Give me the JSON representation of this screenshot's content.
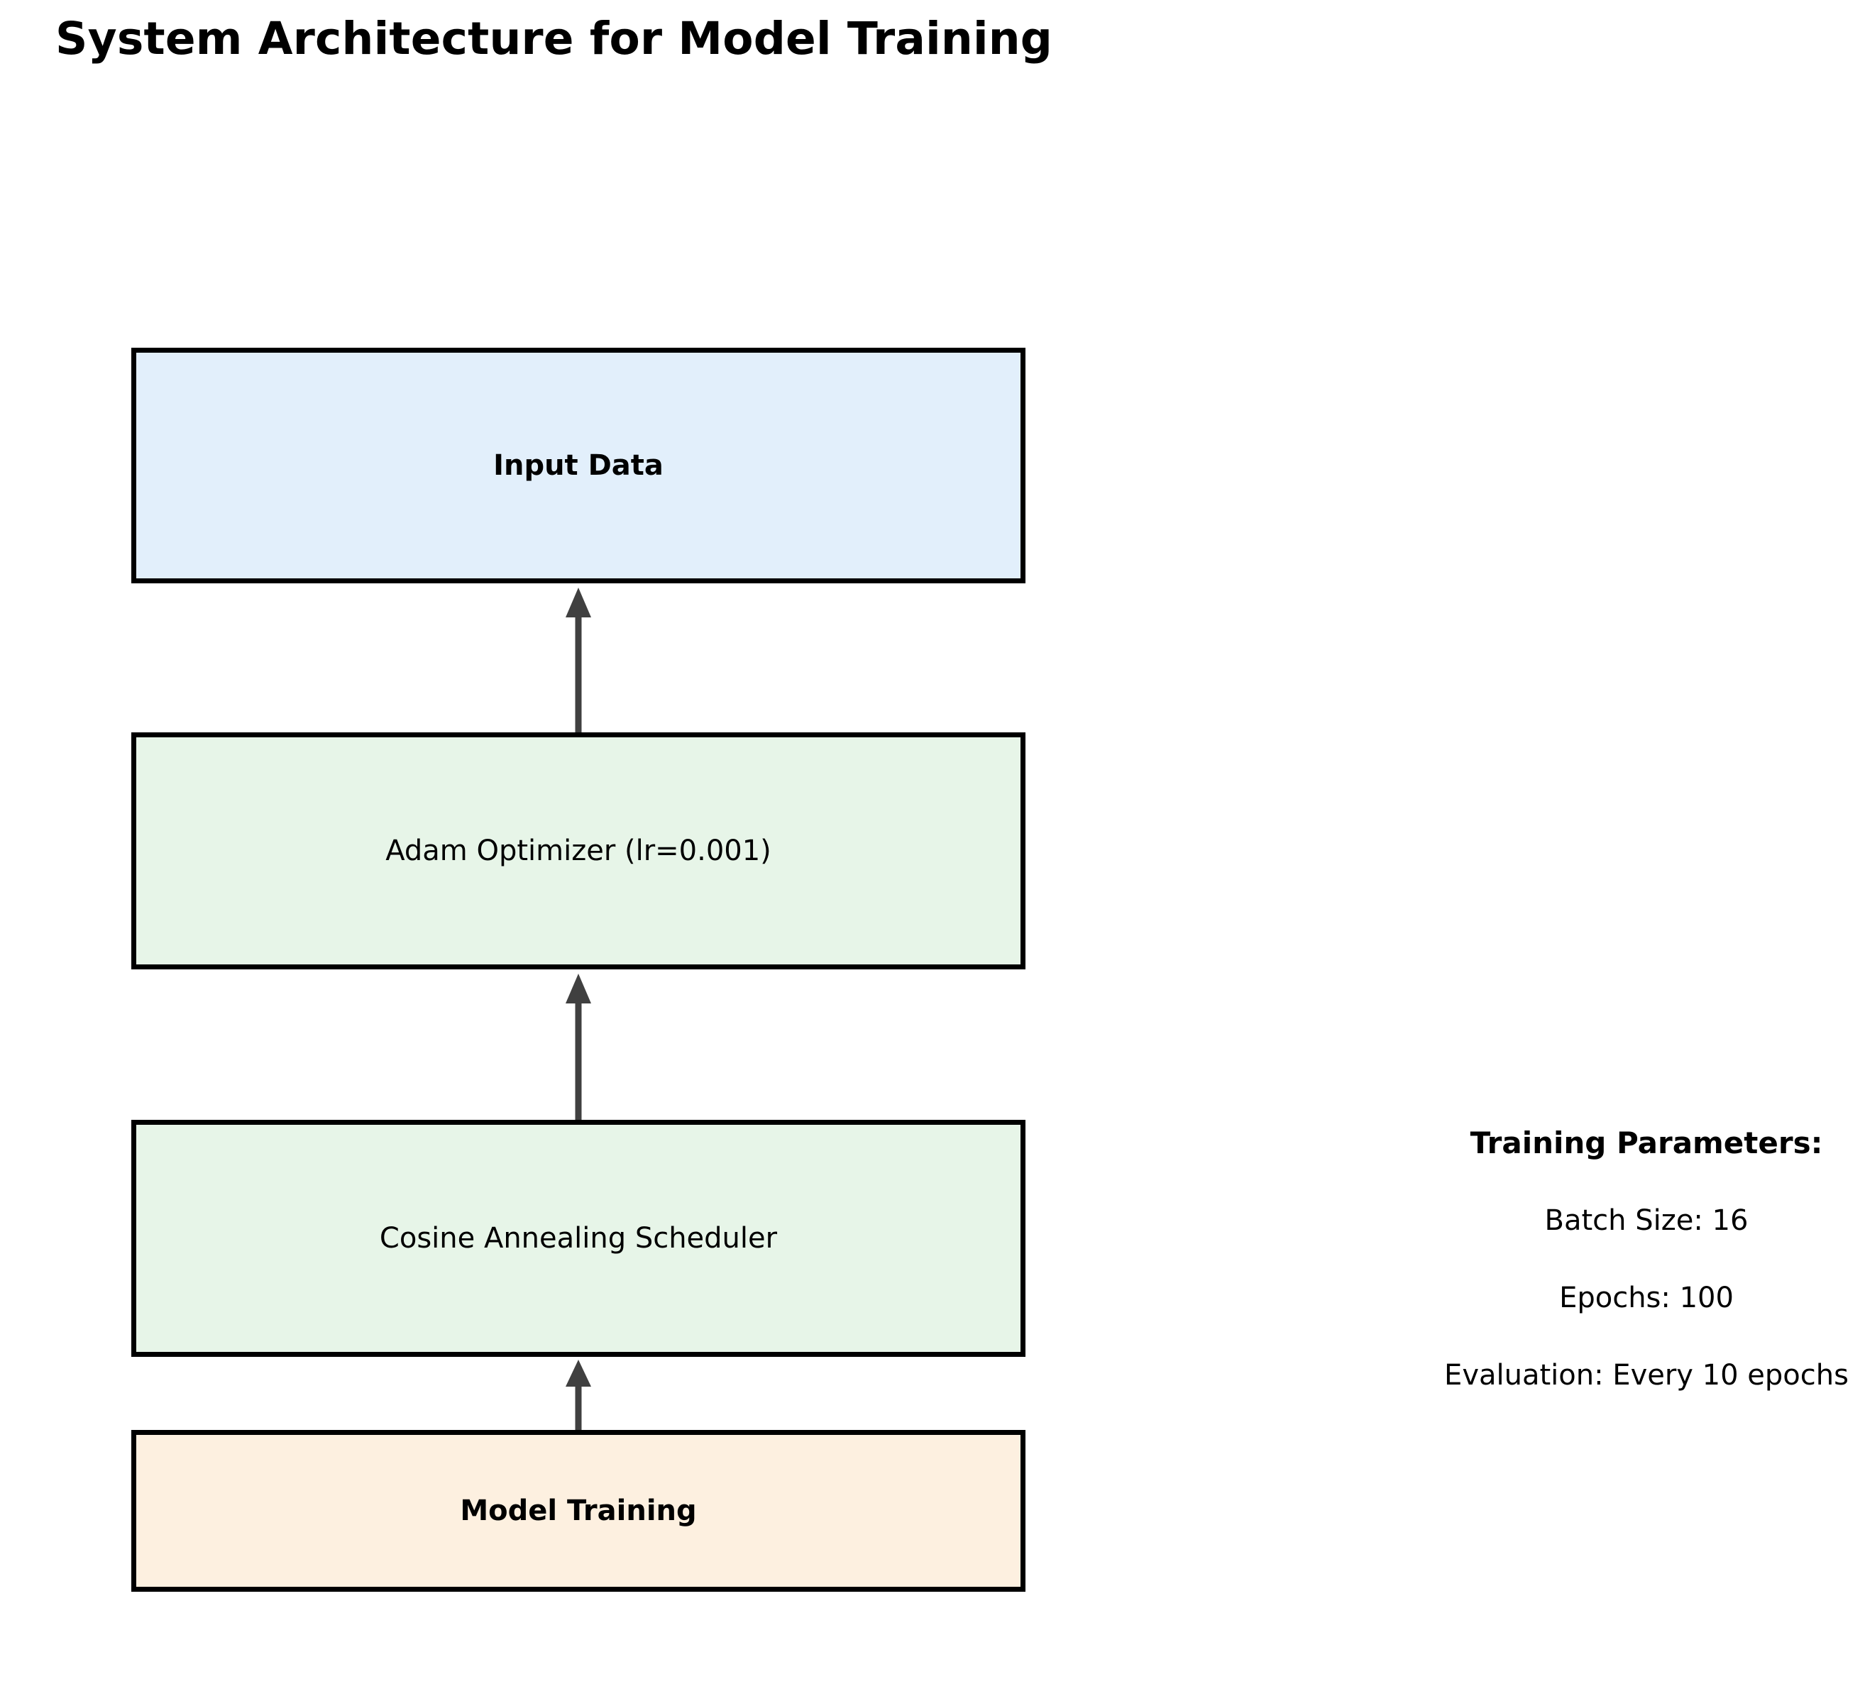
{
  "title": "System Architecture for Model Training",
  "diagram": {
    "type": "flowchart",
    "orientation": "vertical-bottom-up",
    "nodes": [
      {
        "id": "input-data",
        "label": "Input Data",
        "fill": "#e2effb",
        "border": "#000000",
        "bold": true
      },
      {
        "id": "optimizer",
        "label": "Adam Optimizer (lr=0.001)",
        "fill": "#e7f5e8",
        "border": "#000000",
        "bold": false
      },
      {
        "id": "scheduler",
        "label": "Cosine Annealing Scheduler",
        "fill": "#e7f5e8",
        "border": "#000000",
        "bold": false
      },
      {
        "id": "model-training",
        "label": "Model Training",
        "fill": "#fdf0e0",
        "border": "#000000",
        "bold": true
      }
    ],
    "edges": [
      {
        "from": "optimizer",
        "to": "input-data",
        "direction": "up",
        "color": "#404040"
      },
      {
        "from": "scheduler",
        "to": "optimizer",
        "direction": "up",
        "color": "#404040"
      },
      {
        "from": "model-training",
        "to": "scheduler",
        "direction": "up",
        "color": "#404040"
      }
    ]
  },
  "params": {
    "heading": "Training Parameters:",
    "lines": [
      "Batch Size: 16",
      "Epochs: 100",
      "Evaluation: Every 10 epochs"
    ]
  }
}
